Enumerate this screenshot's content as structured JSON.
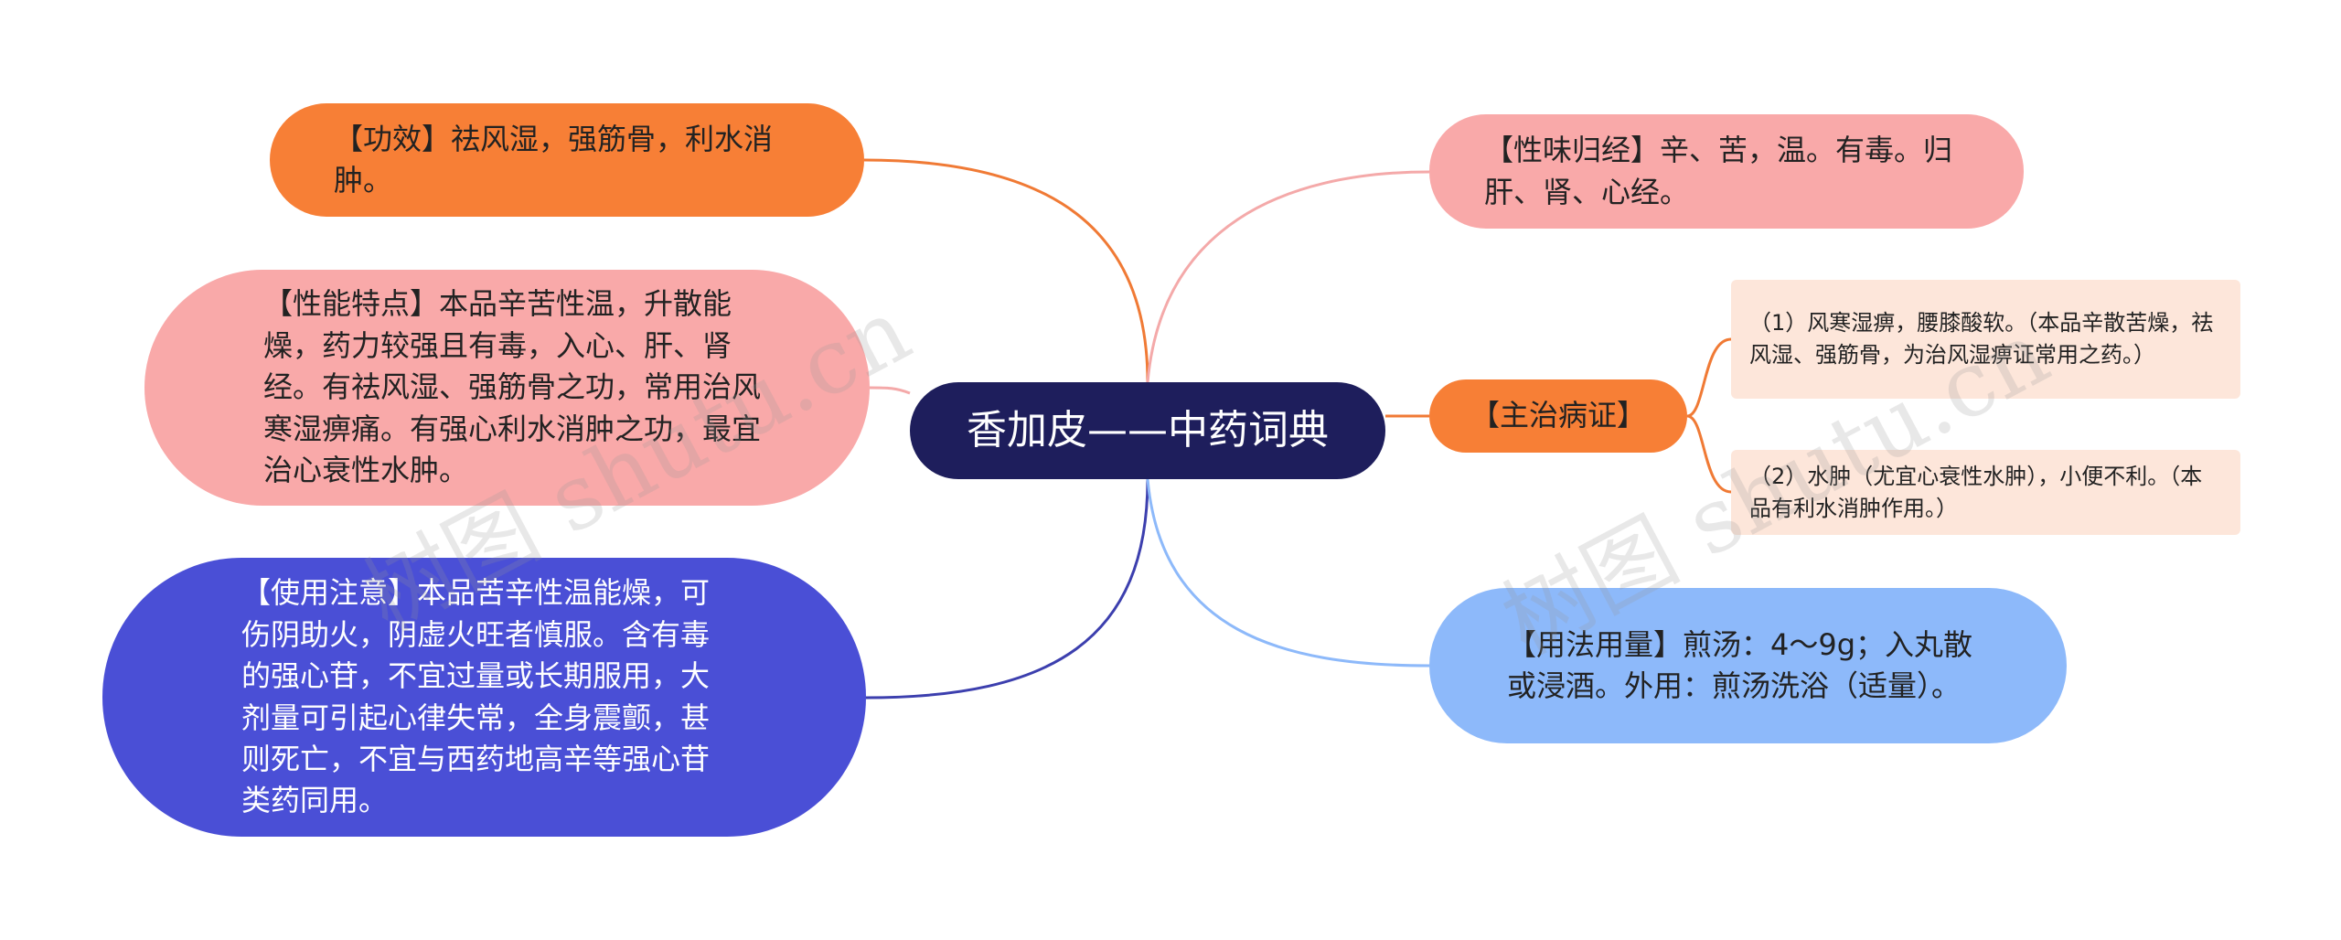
{
  "root": {
    "title": "香加皮——中药词典"
  },
  "left_branches": [
    {
      "text": "【功效】祛风湿，强筋骨，利水消肿。",
      "color": "#f77f36"
    },
    {
      "text": "【性能特点】本品辛苦性温，升散能燥，药力较强且有毒，入心、肝、肾经。有祛风湿、强筋骨之功，常用治风寒湿痹痛。有强心利水消肿之功，最宜治心衰性水肿。",
      "color": "#f9a9a9"
    },
    {
      "text": "【使用注意】本品苦辛性温能燥，可伤阴助火，阴虚火旺者慎服。含有毒的强心苷，不宜过量或长期服用，大剂量可引起心律失常，全身震颤，甚则死亡，不宜与西药地高辛等强心苷类药同用。",
      "color": "#4a4fd6"
    }
  ],
  "right_branches": [
    {
      "text": "【性味归经】辛、苦，温。有毒。归肝、肾、心经。",
      "color": "#f9a9a9"
    },
    {
      "text": "【主治病证】",
      "color": "#f77f36",
      "children": [
        "（1）风寒湿痹，腰膝酸软。（本品辛散苦燥，祛风湿、强筋骨，为治风湿痹证常用之药。）",
        "（2）水肿（尤宜心衰性水肿），小便不利。（本品有利水消肿作用。）"
      ]
    },
    {
      "text": "【用法用量】煎汤：4～9g；入丸散或浸酒。外用：煎汤洗浴（适量）。",
      "color": "#8db9fa"
    }
  ],
  "watermark": "树图 shutu.cn"
}
